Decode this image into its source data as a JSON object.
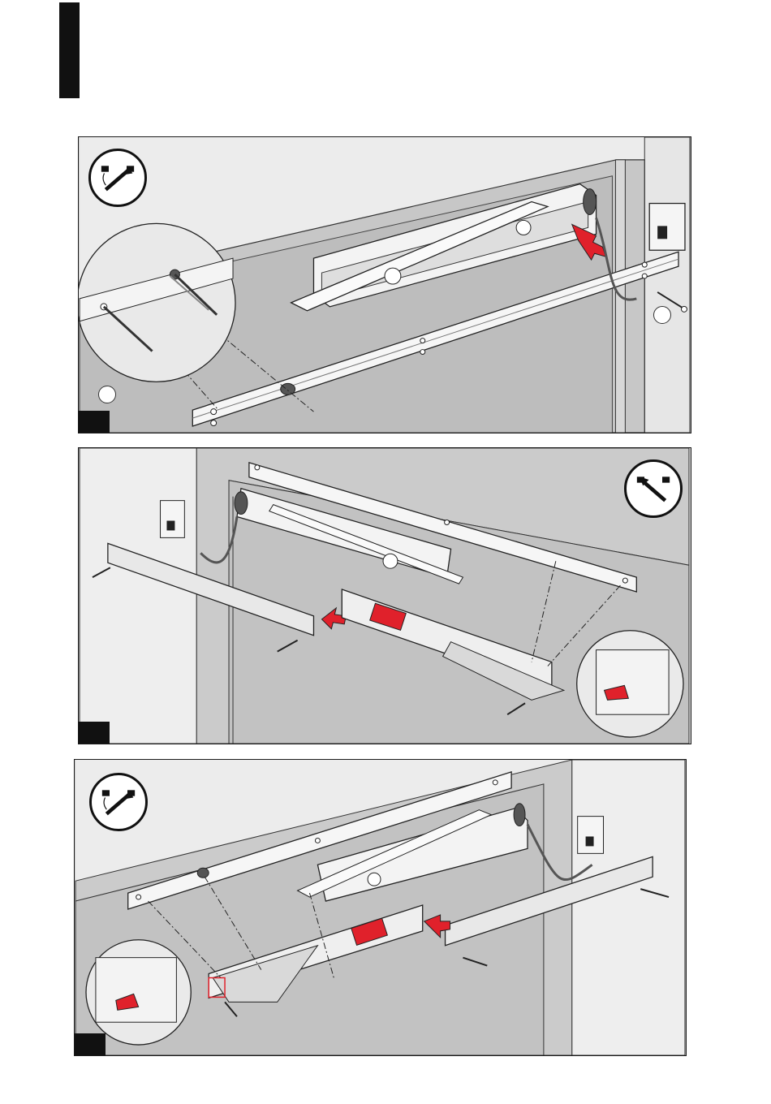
{
  "colors": {
    "wall": "#ececec",
    "door_fill": "#c9c9c9",
    "frame": "#d6d6d6",
    "outline": "#1a1a1a",
    "highlight_red": "#e0212b",
    "tab": "#111111"
  },
  "icons": {
    "direction_badge": "arm-swing-icon",
    "insertion_arrow": "insert-arrow-icon",
    "screw": "screw-icon",
    "junction_box": "junction-box-icon"
  },
  "panels": [
    {
      "badge_direction": "right",
      "callout_circles": 2
    },
    {
      "badge_direction": "left",
      "callout_circles": 0
    },
    {
      "badge_direction": "right",
      "callout_circles": 0
    }
  ]
}
